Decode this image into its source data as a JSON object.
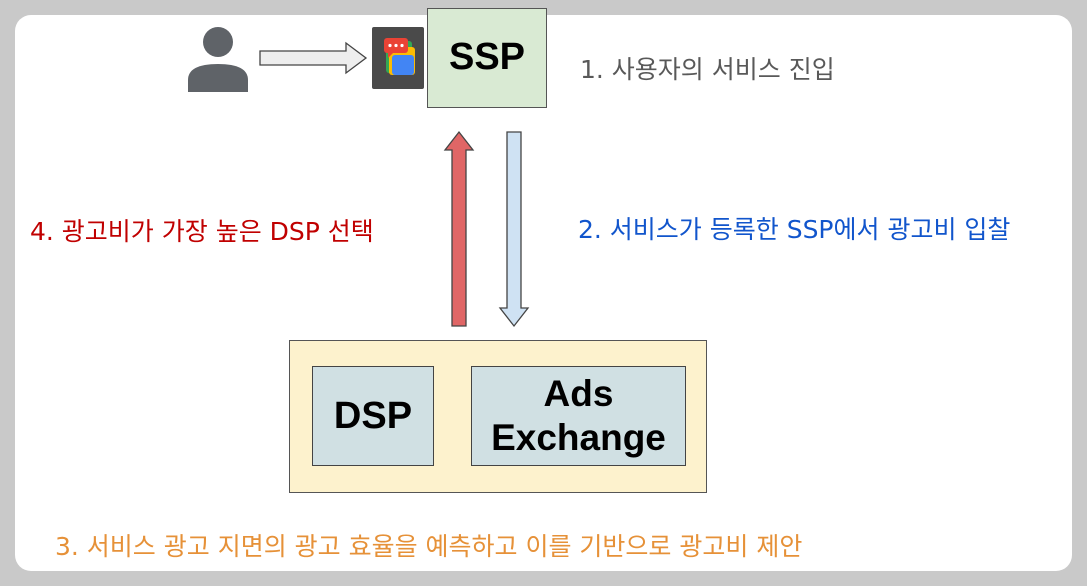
{
  "diagram": {
    "ssp_label": "SSP",
    "dsp_label": "DSP",
    "ads_exchange_line1": "Ads",
    "ads_exchange_line2": "Exchange",
    "steps": {
      "step1": "1.  사용자의 서비스  진입",
      "step2": "2.  서비스가 등록한 SSP에서 광고비 입찰",
      "step3": "3.  서비스 광고 지면의 광고 효율을 예측하고 이를 기반으로 광고비 제안",
      "step4": "4.  광고비가 가장 높은 DSP 선택"
    },
    "icons": [
      "user-icon",
      "chat-app-icon",
      "arrow-right-icon",
      "arrow-up-icon",
      "arrow-down-icon"
    ],
    "colors": {
      "ssp_fill": "#d9ead3",
      "outer_fill": "#fdf2cd",
      "inner_fill": "#d0e0e3",
      "up_arrow": "#e06666",
      "down_arrow": "#cfe2f3",
      "step1_text": "#595959",
      "step2_text": "#1155cc",
      "step3_text": "#e69138",
      "step4_text": "#c00000"
    }
  }
}
